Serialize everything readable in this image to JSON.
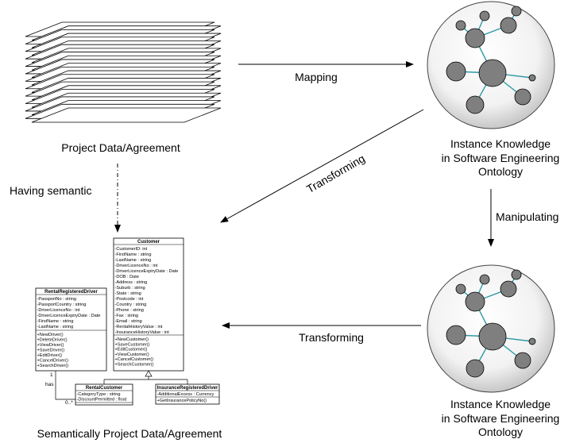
{
  "labels": {
    "project_data": "Project Data/Agreement",
    "mapping": "Mapping",
    "instance_top_line1": "Instance Knowledge",
    "instance_top_line2": "in Software Engineering",
    "instance_top_line3": "Ontology",
    "having_semantic": "Having semantic",
    "transforming_diag": "Transforming",
    "manipulating": "Manipulating",
    "transforming_horiz": "Transforming",
    "instance_bot_line1": "Instance Knowledge",
    "instance_bot_line2": "in Software Engineering",
    "instance_bot_line3": "Ontology",
    "semantically": "Semantically Project Data/Agreement"
  },
  "uml": {
    "customer": {
      "title": "Customer",
      "attributes": [
        "-CustomerID: int",
        "-FirstName : string",
        "-LastName : string",
        "-DriverLicenceNo : int",
        "-DriverLicenceExpiryDate : Date",
        "-DOB : Date",
        "-Address : string",
        "-Suburb : string",
        "-State : string",
        "-Postcode : int",
        "-Country : string",
        "-Phone : string",
        "-Fax : string",
        "-Email : string",
        "-RentalHistoryValue : int",
        "-InsuranceHistoryValue : int"
      ],
      "operations": [
        "+NewCustomer()",
        "+SaveCustomer()",
        "+EditCustomer()",
        "+ViewCustomer()",
        "+CancelCustomer()",
        "+SearchCustomer()"
      ]
    },
    "rental_registered_driver": {
      "title": "RentalRegisteredDriver",
      "attributes": [
        "-PassportNo : string",
        "-PassportCountry : string",
        "-DriverLicenceNo : int",
        "-DriverLicenceExpiryDate : Date",
        "-FirstName : string",
        "-LastName : string"
      ],
      "operations": [
        "+NewDriver()",
        "+DeleteDriver()",
        "+ViewDriver()",
        "+SaveDriver()",
        "+EditDriver()",
        "+CancelDriver()",
        "+SearchDriver()"
      ]
    },
    "rental_customer": {
      "title": "RentalCustomer",
      "attributes": [
        "-CategoryType : string",
        "-DiscountPermitted : float"
      ]
    },
    "insurance_registered_driver": {
      "title": "InsuranceRegisteredDriver",
      "attributes": [
        "-AdditionalExcess : Currency"
      ],
      "operations": [
        "+GetInsurancePolicyNo()"
      ]
    },
    "association": {
      "label": "has",
      "mult_top": "1",
      "mult_bottom": "0..*"
    }
  },
  "colors": {
    "node_fill": "#7f7f7f",
    "edge_color": "#2e9aa6",
    "circle_stroke": "#444444"
  }
}
